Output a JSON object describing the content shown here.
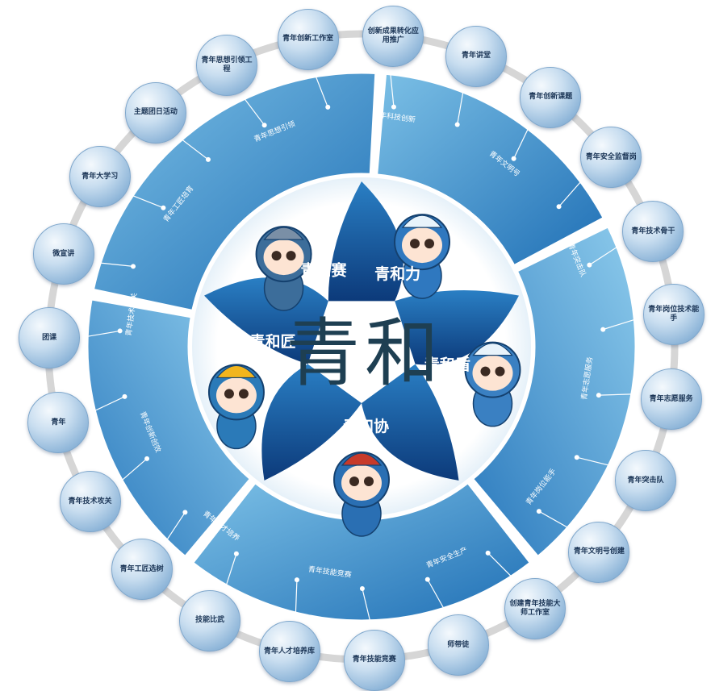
{
  "center_title": "青和",
  "characters": [
    {
      "label": "青和力"
    },
    {
      "label": "青和盾"
    },
    {
      "label": "青和协"
    },
    {
      "label": "青和匠"
    },
    {
      "label": "青和赛"
    }
  ],
  "segment_labels": [
    "青年科技创新",
    "青年文明号",
    "青年突击队",
    "青年志愿服务",
    "青年岗位能手",
    "青年安全生产",
    "青年技能竞赛",
    "青年人才培养",
    "青年创新创效",
    "青年技术攻关",
    "青年工匠培育",
    "青年思想引领"
  ],
  "bubbles": [
    {
      "label": "青年创新工作室"
    },
    {
      "label": "创新成果转化应用推广"
    },
    {
      "label": "青年讲堂"
    },
    {
      "label": "青年创新课题"
    },
    {
      "label": "青年安全监督岗"
    },
    {
      "label": "青年技术骨干"
    },
    {
      "label": "青年岗位技术能手"
    },
    {
      "label": "青年志愿服务"
    },
    {
      "label": "青年突击队"
    },
    {
      "label": "青年文明号创建"
    },
    {
      "label": "创建青年技能大师工作室"
    },
    {
      "label": "师带徒"
    },
    {
      "label": "青年技能竞赛"
    },
    {
      "label": "青年人才培养库"
    },
    {
      "label": "技能比武"
    },
    {
      "label": "青年工匠选树"
    },
    {
      "label": "青年技术攻关"
    },
    {
      "label": "青年"
    },
    {
      "label": "团课"
    },
    {
      "label": "微宣讲"
    },
    {
      "label": "青年大学习"
    },
    {
      "label": "主题团日活动"
    },
    {
      "label": "青年思想引领工程"
    }
  ]
}
